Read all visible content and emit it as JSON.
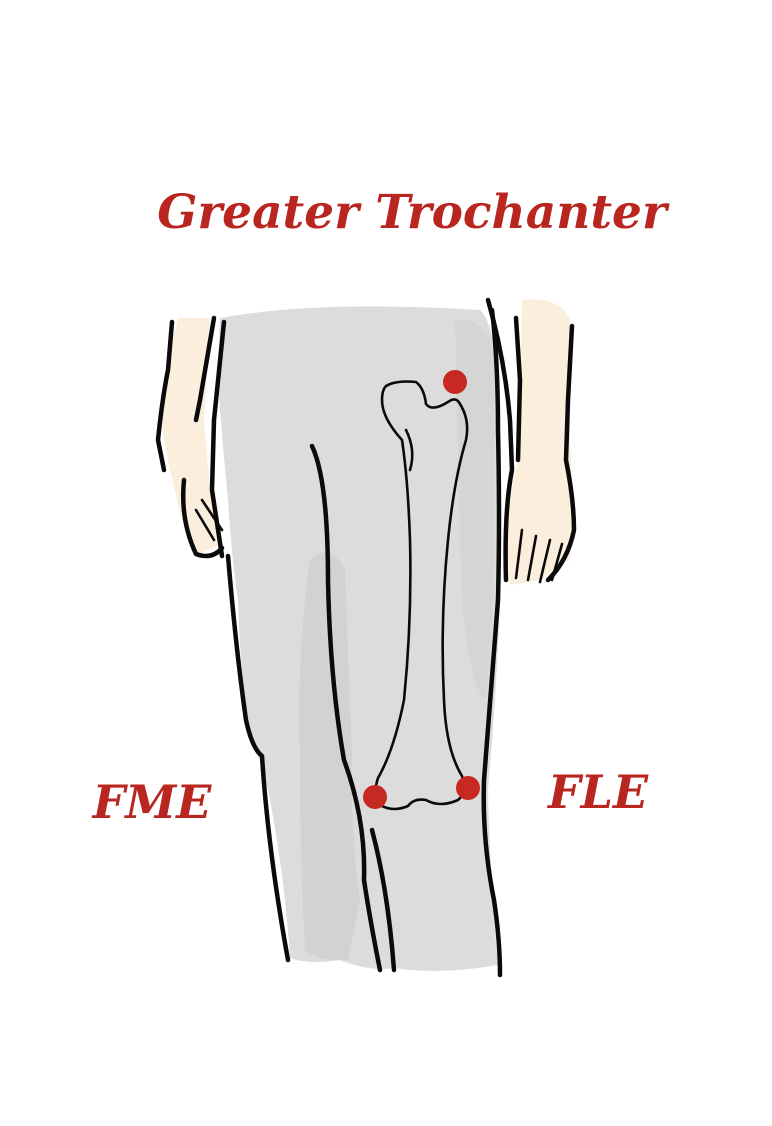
{
  "labels": {
    "greater_trochanter": "Greater Trochanter",
    "fme": "FME",
    "fle": "FLE"
  },
  "colors": {
    "label_red": "#b8261f",
    "marker_red": "#c62822",
    "leg_gray": "#dcdcdc",
    "leg_gray_dark": "#cfcfcf",
    "skin": "#fbeedd",
    "outline": "#0a0a0a",
    "background": "#ffffff"
  }
}
